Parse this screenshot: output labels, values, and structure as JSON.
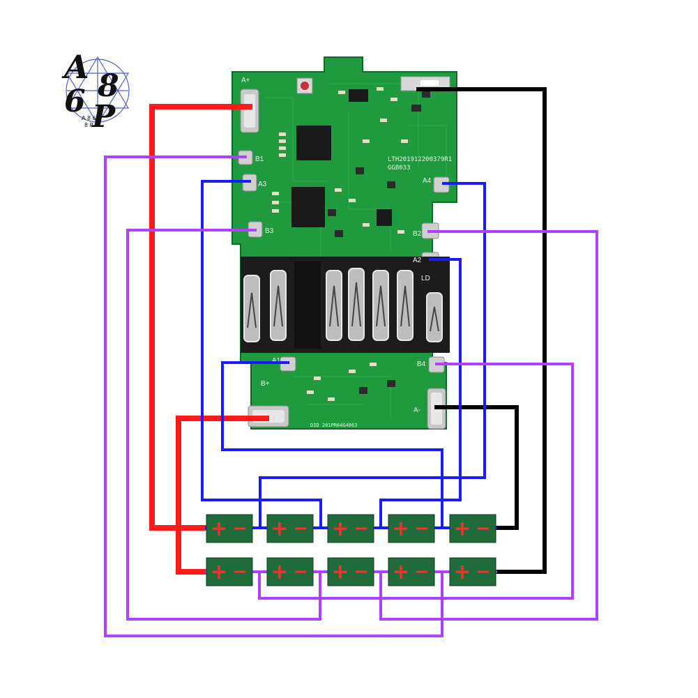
{
  "logo": {
    "letters": [
      "A",
      "8",
      "6",
      "P"
    ],
    "small_top": "A 8 6",
    "small_bottom": "8 P"
  },
  "board": {
    "silk_codes": [
      "LTH201912200379R1",
      "GGB033"
    ],
    "bottom_code": "DID 201PR64G4863",
    "pads": {
      "a_plus": "A+",
      "a_minus": "A-",
      "b_plus": "B+",
      "b1": "B1",
      "a3": "A3",
      "b3": "B3",
      "a1": "A1",
      "a4": "A4",
      "b2": "B2",
      "a2": "A2",
      "b4": "B4",
      "ld": "LD"
    }
  },
  "cells": {
    "plus": "+",
    "minus": "−",
    "rows": [
      [
        "cell-1",
        "cell-2",
        "cell-3",
        "cell-4",
        "cell-5"
      ],
      [
        "cell-6",
        "cell-7",
        "cell-8",
        "cell-9",
        "cell-10"
      ]
    ]
  },
  "colors": {
    "red_wire": "#ff1a1a",
    "black_wire": "#000000",
    "blue_wire": "#1a1aff",
    "purple_wire": "#b040ff",
    "pcb": "#1f9a3f",
    "cell": "#1f6b3a",
    "cell_sign": "#ff2a2a"
  }
}
